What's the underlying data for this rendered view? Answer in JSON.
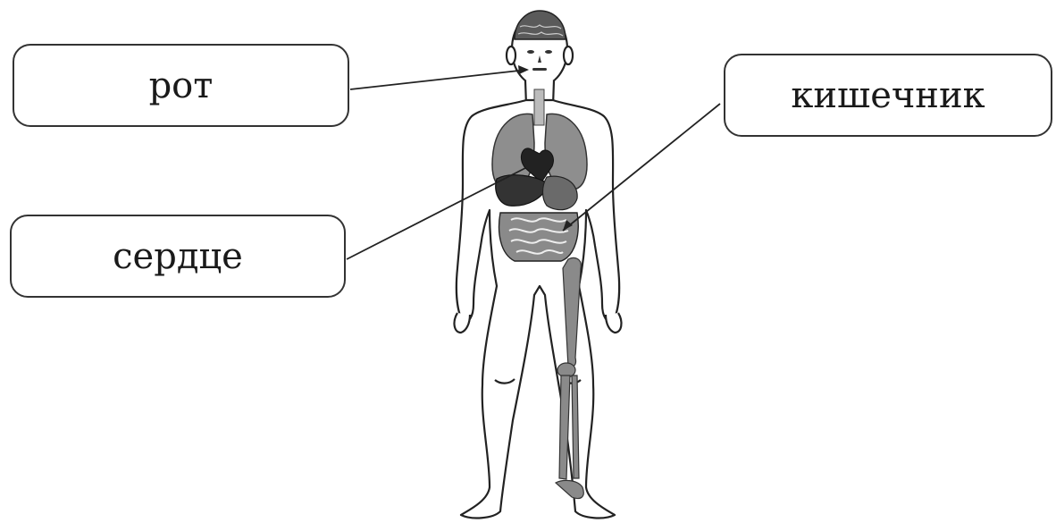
{
  "labels": {
    "mouth": "рот",
    "intestine": "кишечник",
    "heart": "сердце"
  },
  "colors": {
    "outline": "#222222",
    "organ_dark": "#3a3a3a",
    "organ_mid": "#6b6b6b",
    "organ_light": "#9a9a9a",
    "bone": "#8a8a8a"
  },
  "icons": [
    "human-body-figure",
    "brain-icon",
    "lungs-icon",
    "heart-icon",
    "liver-icon",
    "stomach-icon",
    "intestine-icon",
    "skeleton-leg-icon"
  ]
}
